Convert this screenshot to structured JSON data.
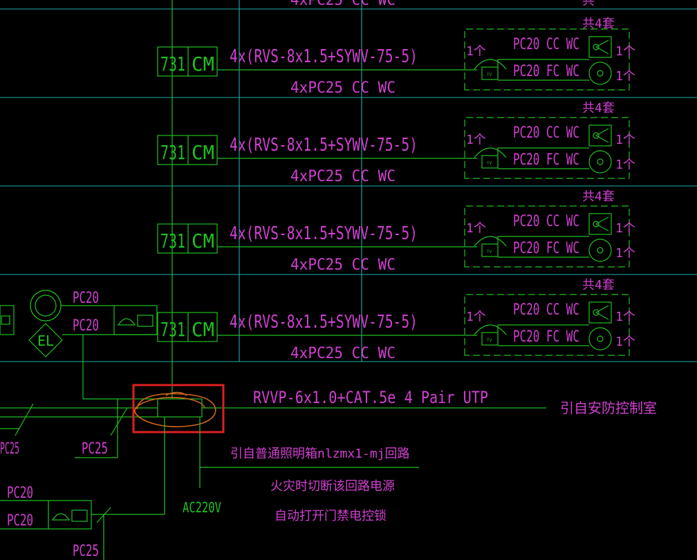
{
  "feeder": {
    "code": "731",
    "cm": "CM",
    "cable": "4x(RVS-8x1.5+SYWV-75-5)",
    "conduit": "4xPC25 CC WC"
  },
  "units": {
    "label": "共4套",
    "count_label": "1个",
    "pipe_cc": "PC20 CC WC",
    "pipe_fc": "PC20 FC WC",
    "tv_symbol": "TV"
  },
  "left_panel": {
    "pc20_top": "PC20",
    "pc20_bottom": "PC20",
    "el": "EL",
    "pc25_a": "PC25",
    "pc25_b": "PC25"
  },
  "bottom_left": {
    "pc20_top": "PC20",
    "pc20_bottom": "PC20",
    "pc25": "PC25"
  },
  "security_line": {
    "cable": "RVVP-6x1.0+CAT.5e 4 Pair UTP",
    "dest": "引自安防控制室"
  },
  "notes": {
    "source": "引自普通照明箱nlzmx1-mj回路",
    "fire": "火灾时切断该回路电源",
    "auto": "自动打开门禁电控锁",
    "voltage": "AC220V"
  },
  "colors": {
    "background": "#000000",
    "green": "#20c020",
    "magenta": "#d040d0",
    "cyan": "#20b0b0",
    "highlight": "#e02020",
    "scribble": "#d06818"
  }
}
